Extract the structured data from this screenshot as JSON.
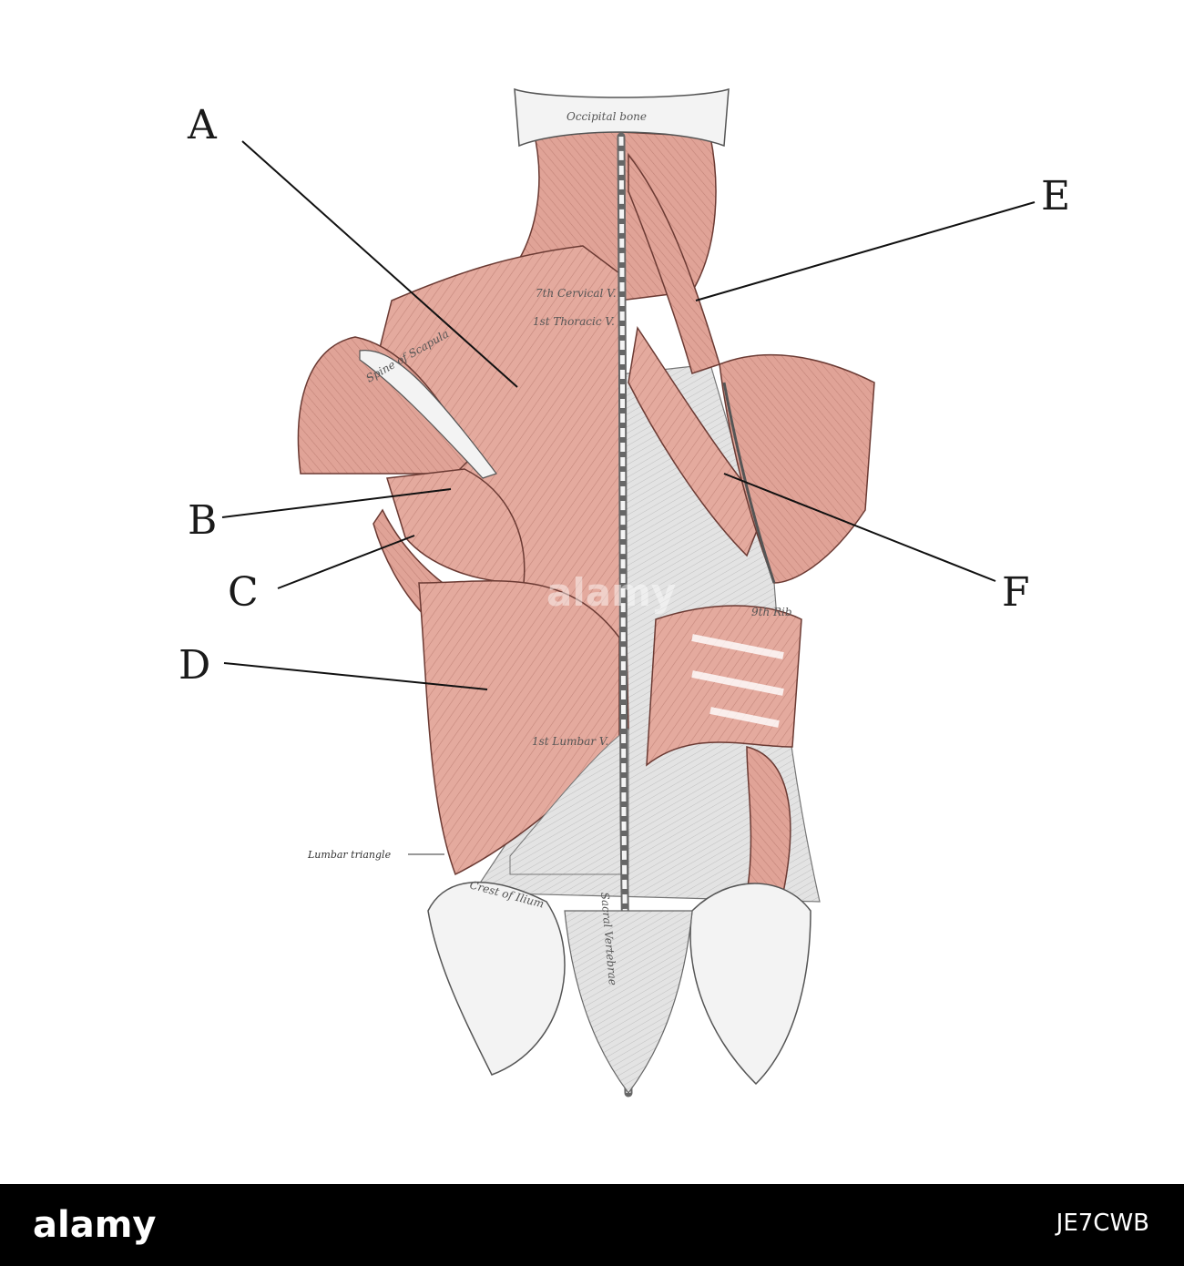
{
  "labels": {
    "a": "A",
    "b": "B",
    "c": "C",
    "d": "D",
    "e": "E",
    "f": "F"
  },
  "annotations": {
    "occipital_bone": "Occipital bone",
    "seventh_cervical": "7th Cervical V.",
    "first_thoracic": "1st Thoracic V.",
    "first_lumbar": "1st Lumbar V.",
    "ninth_rib": "9th Rib",
    "lumbar_triangle": "Lumbar triangle",
    "spine_of_scapula": "Spine of Scapula",
    "crest_of_ilium": "Crest of Ilium",
    "sacral_vertebrae": "Sacral Vertebrae"
  },
  "watermark": "alamy",
  "footer": {
    "logo": "alamy",
    "image_id": "JE7CWB"
  },
  "colors": {
    "muscle": "#e2a79b",
    "muscle_dark": "#b8766b",
    "fascia": "#d8d8d8",
    "bone": "#f1f1f1",
    "footer_bg": "#000000"
  }
}
